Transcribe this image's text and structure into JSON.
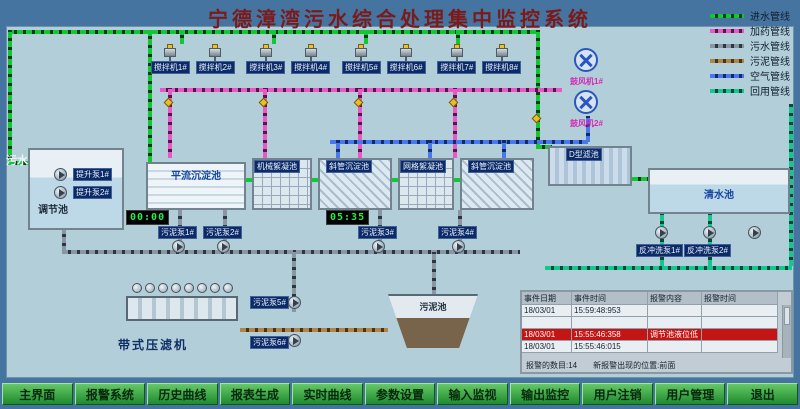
{
  "title": "宁德漳湾污水综合处理集中监控系统",
  "labels": {
    "inflow": "污水"
  },
  "legend": [
    {
      "label": "进水管线",
      "color": "#10c832"
    },
    {
      "label": "加药管线",
      "color": "#ea58c8"
    },
    {
      "label": "污水管线",
      "color": "#8a97a3"
    },
    {
      "label": "污泥管线",
      "color": "#b08648"
    },
    {
      "label": "空气管线",
      "color": "#4878ee"
    },
    {
      "label": "回用管线",
      "color": "#12c890"
    }
  ],
  "mixers": [
    "搅拌机1#",
    "搅拌机2#",
    "搅拌机3#",
    "搅拌机4#",
    "搅拌机5#",
    "搅拌机6#",
    "搅拌机7#",
    "搅拌机8#"
  ],
  "tanks": {
    "regulating": "调节池",
    "horizontal_sedimentation": "平流沉淀池",
    "mechanical_flocculation": "机械絮凝池",
    "inclined_sedimentation_1": "斜管沉淀池",
    "grid_flocculation": "网格絮凝池",
    "inclined_sedimentation_2": "斜管沉淀池",
    "d_filter": "D型滤池",
    "clear_water": "清水池",
    "sludge_pool": "污泥池",
    "belt_press": "带式压滤机"
  },
  "pumps": {
    "lift_1": "提升泵1#",
    "lift_2": "提升泵2#",
    "sludge_1": "污泥泵1#",
    "sludge_2": "污泥泵2#",
    "sludge_3": "污泥泵3#",
    "sludge_4": "污泥泵4#",
    "sludge_5": "污泥泵5#",
    "sludge_6": "污泥泵6#",
    "backwash_1": "反冲洗泵1#",
    "backwash_2": "反冲洗泵2#"
  },
  "blowers": [
    "鼓风机1#",
    "鼓风机2#"
  ],
  "timers": [
    "00:00",
    "05:35"
  ],
  "alarm_table": {
    "headers": [
      "事件日期",
      "事件时间",
      "报警内容",
      "报警时间"
    ],
    "rows": [
      {
        "c1": "18/03/01",
        "c2": "15:59:48:953",
        "c3": "",
        "c4": ""
      },
      {
        "c1": "",
        "c2": "",
        "c3": "",
        "c4": ""
      },
      {
        "c1": "18/03/01",
        "c2": "15:55:46:358",
        "c3": "调节池液位低",
        "c4": ""
      },
      {
        "c1": "18/03/01",
        "c2": "15:55:46:015",
        "c3": "",
        "c4": ""
      }
    ],
    "footer_left": "报警的数目:14",
    "footer_right": "新报警出现的位置:前面"
  },
  "menu": [
    "主界面",
    "报警系统",
    "历史曲线",
    "报表生成",
    "实时曲线",
    "参数设置",
    "输入监视",
    "输出监控",
    "用户注销",
    "用户管理",
    "退出"
  ],
  "colors": {
    "panel_blue": "#44749f",
    "diagram_bg": "#b2cfd9",
    "title_red": "#7c1a1a",
    "button_green": "#2f9e3f",
    "alarm_red": "#c41414"
  }
}
